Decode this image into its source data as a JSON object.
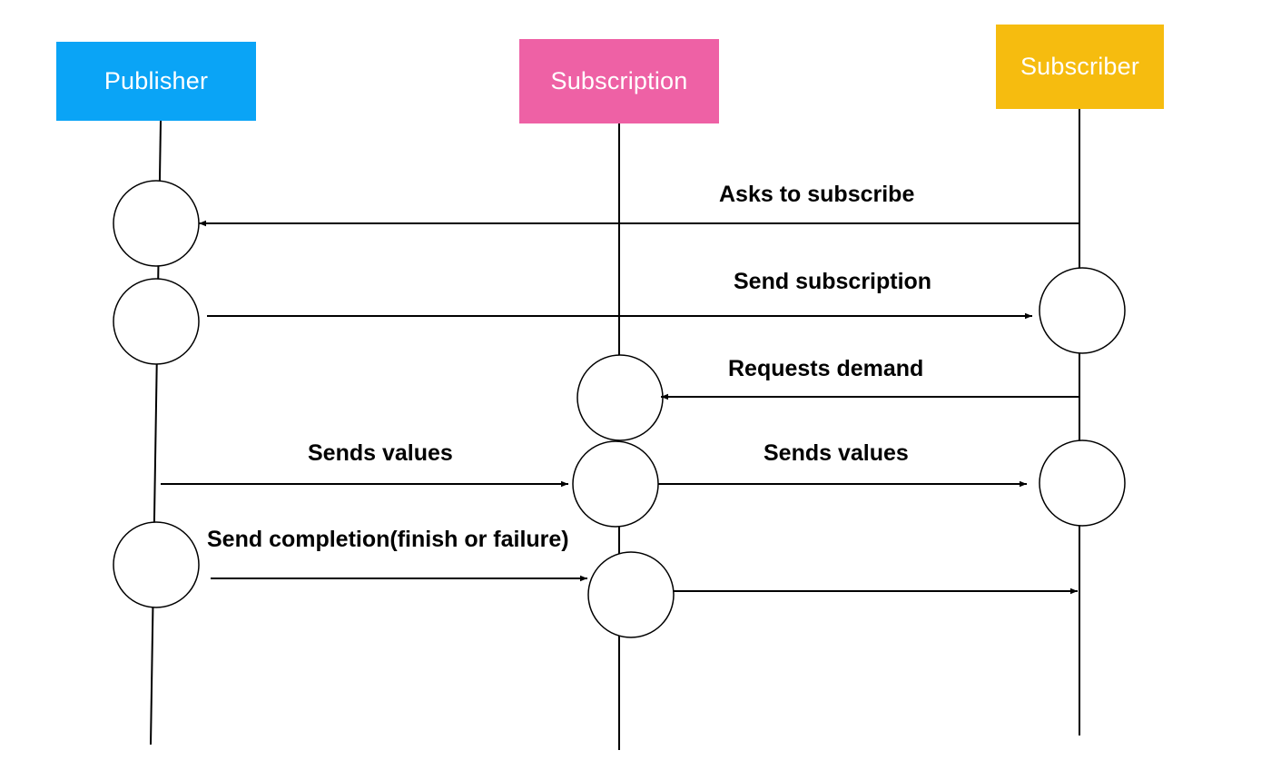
{
  "actors": {
    "publisher": {
      "label": "Publisher",
      "color": "#0aa4f6"
    },
    "subscription": {
      "label": "Subscription",
      "color": "#ee61a5"
    },
    "subscriber": {
      "label": "Subscriber",
      "color": "#f6bc0f"
    }
  },
  "messages": {
    "asks_to_subscribe": "Asks to subscribe",
    "send_subscription": "Send subscription",
    "requests_demand": "Requests demand",
    "sends_values_pub": "Sends values",
    "sends_values_sub": "Sends values",
    "send_completion": "Send completion(finish or failure)"
  },
  "colors": {
    "line": "#000000",
    "activation_fill": "#ffffff"
  }
}
